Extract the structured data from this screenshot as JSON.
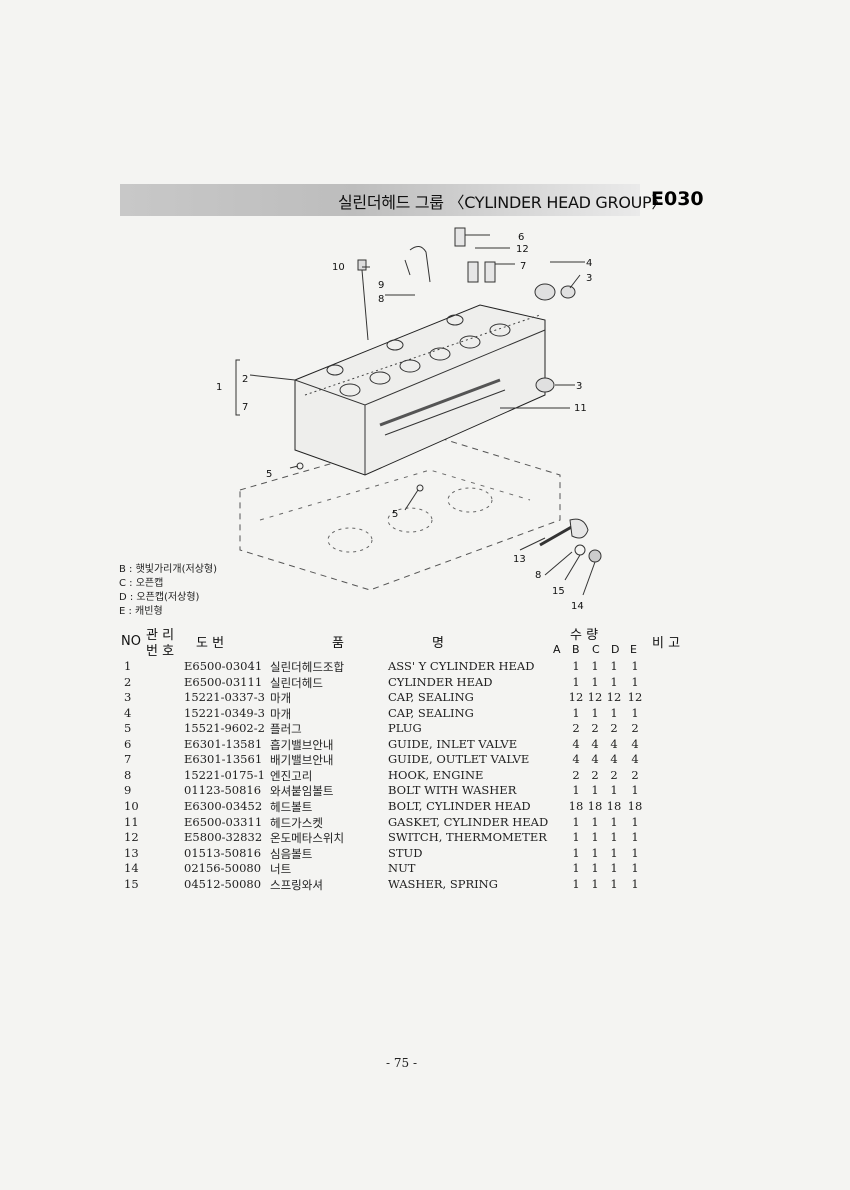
{
  "header": {
    "title": "실린더헤드 그룹 〈CYLINDER HEAD GROUP〉",
    "code": "E030"
  },
  "diagram": {
    "callouts": [
      "10",
      "9",
      "8",
      "6",
      "12",
      "7",
      "4",
      "3",
      "1",
      "2",
      "7",
      "3",
      "11",
      "5",
      "5",
      "13",
      "8",
      "15",
      "14"
    ]
  },
  "legend": [
    "B : 햇빛가리개(저상형)",
    "C : 오픈캡",
    "D : 오픈캡(저상형)",
    "E : 캐빈형"
  ],
  "table_header": {
    "no": "NO",
    "mgmt_top": "관 리",
    "mgmt_bottom": "번 호",
    "drawing": "도   번",
    "product": "품",
    "name": "명",
    "qty": "수    량",
    "remark": "비 고",
    "qty_cols": [
      "A",
      "B",
      "C",
      "D",
      "E"
    ]
  },
  "rows": [
    {
      "no": "1",
      "part": "E6500-03041",
      "kor": "실린더헤드조합",
      "eng": "ASS' Y CYLINDER HEAD",
      "q": [
        "1",
        "1",
        "1",
        "1"
      ]
    },
    {
      "no": "2",
      "part": "E6500-03111",
      "kor": "실린더헤드",
      "eng": "CYLINDER HEAD",
      "q": [
        "1",
        "1",
        "1",
        "1"
      ]
    },
    {
      "no": "3",
      "part": "15221-0337-3",
      "kor": "마개",
      "eng": "CAP, SEALING",
      "q": [
        "12",
        "12",
        "12",
        "12"
      ]
    },
    {
      "no": "4",
      "part": "15221-0349-3",
      "kor": "마개",
      "eng": "CAP, SEALING",
      "q": [
        "1",
        "1",
        "1",
        "1"
      ]
    },
    {
      "no": "5",
      "part": "15521-9602-2",
      "kor": "플러그",
      "eng": "PLUG",
      "q": [
        "2",
        "2",
        "2",
        "2"
      ]
    },
    {
      "no": "6",
      "part": "E6301-13581",
      "kor": "흡기밸브안내",
      "eng": "GUIDE, INLET VALVE",
      "q": [
        "4",
        "4",
        "4",
        "4"
      ]
    },
    {
      "no": "7",
      "part": "E6301-13561",
      "kor": "배기밸브안내",
      "eng": "GUIDE, OUTLET VALVE",
      "q": [
        "4",
        "4",
        "4",
        "4"
      ]
    },
    {
      "no": "8",
      "part": "15221-0175-1",
      "kor": "엔진고리",
      "eng": "HOOK, ENGINE",
      "q": [
        "2",
        "2",
        "2",
        "2"
      ]
    },
    {
      "no": "9",
      "part": "01123-50816",
      "kor": "와셔붙임볼트",
      "eng": "BOLT WITH WASHER",
      "q": [
        "1",
        "1",
        "1",
        "1"
      ]
    },
    {
      "no": "10",
      "part": "E6300-03452",
      "kor": "헤드볼트",
      "eng": "BOLT, CYLINDER HEAD",
      "q": [
        "18",
        "18",
        "18",
        "18"
      ]
    },
    {
      "no": "11",
      "part": "E6500-03311",
      "kor": "헤드가스켓",
      "eng": "GASKET, CYLINDER HEAD",
      "q": [
        "1",
        "1",
        "1",
        "1"
      ]
    },
    {
      "no": "12",
      "part": "E5800-32832",
      "kor": "온도메타스위치",
      "eng": "SWITCH, THERMOMETER",
      "q": [
        "1",
        "1",
        "1",
        "1"
      ]
    },
    {
      "no": "13",
      "part": "01513-50816",
      "kor": "심음볼트",
      "eng": "STUD",
      "q": [
        "1",
        "1",
        "1",
        "1"
      ]
    },
    {
      "no": "14",
      "part": "02156-50080",
      "kor": "너트",
      "eng": "NUT",
      "q": [
        "1",
        "1",
        "1",
        "1"
      ]
    },
    {
      "no": "15",
      "part": "04512-50080",
      "kor": "스프링와셔",
      "eng": "WASHER, SPRING",
      "q": [
        "1",
        "1",
        "1",
        "1"
      ]
    }
  ],
  "footer": {
    "page": "- 75 -"
  }
}
